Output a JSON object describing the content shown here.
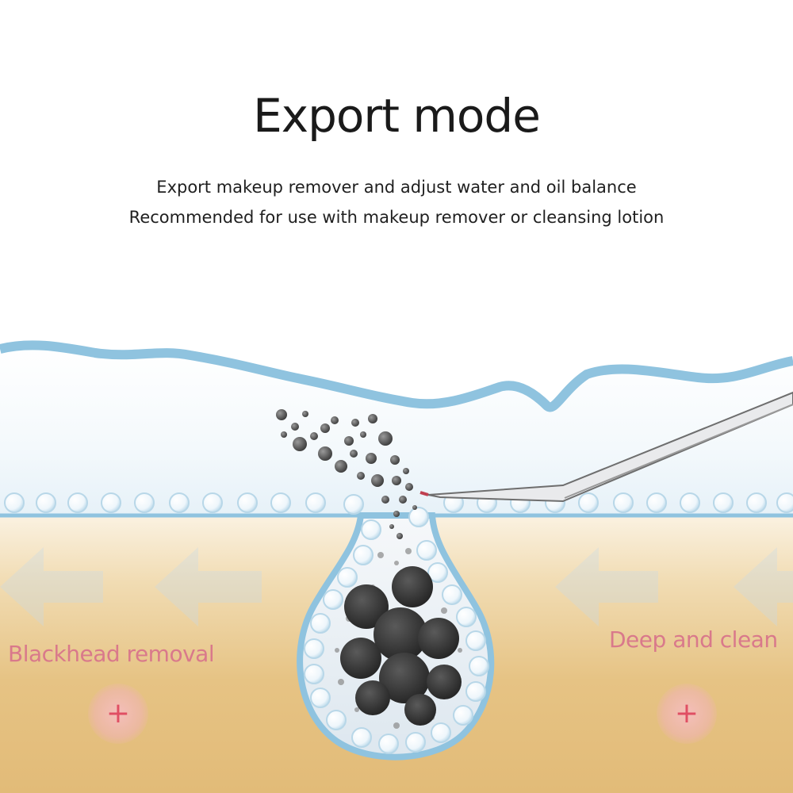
{
  "header": {
    "title": "Export mode",
    "line1": "Export makeup remover and adjust water and oil balance",
    "line2": "Recommended for use with makeup remover or cleansing lotion"
  },
  "labels": {
    "left": "Blackhead removal",
    "right": "Deep and clean"
  },
  "icons": {
    "plus_glyph": "+"
  },
  "colors": {
    "skin_outline": "#8fc3df",
    "skin_tan": "#e8c98e",
    "label_pink": "#d9798b",
    "plus_red": "#e04f63",
    "blackhead": "#2d2d2d"
  }
}
